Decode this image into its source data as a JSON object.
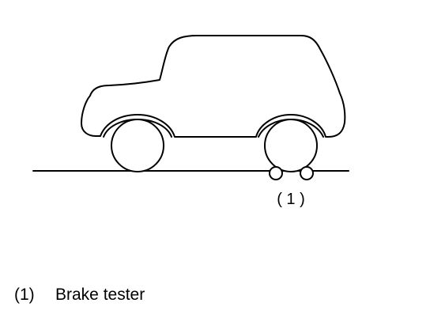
{
  "diagram": {
    "callout": "( 1 )"
  },
  "legend": {
    "number": "(1)",
    "text": "Brake tester"
  },
  "colors": {
    "stroke": "#000000",
    "background": "#ffffff"
  }
}
